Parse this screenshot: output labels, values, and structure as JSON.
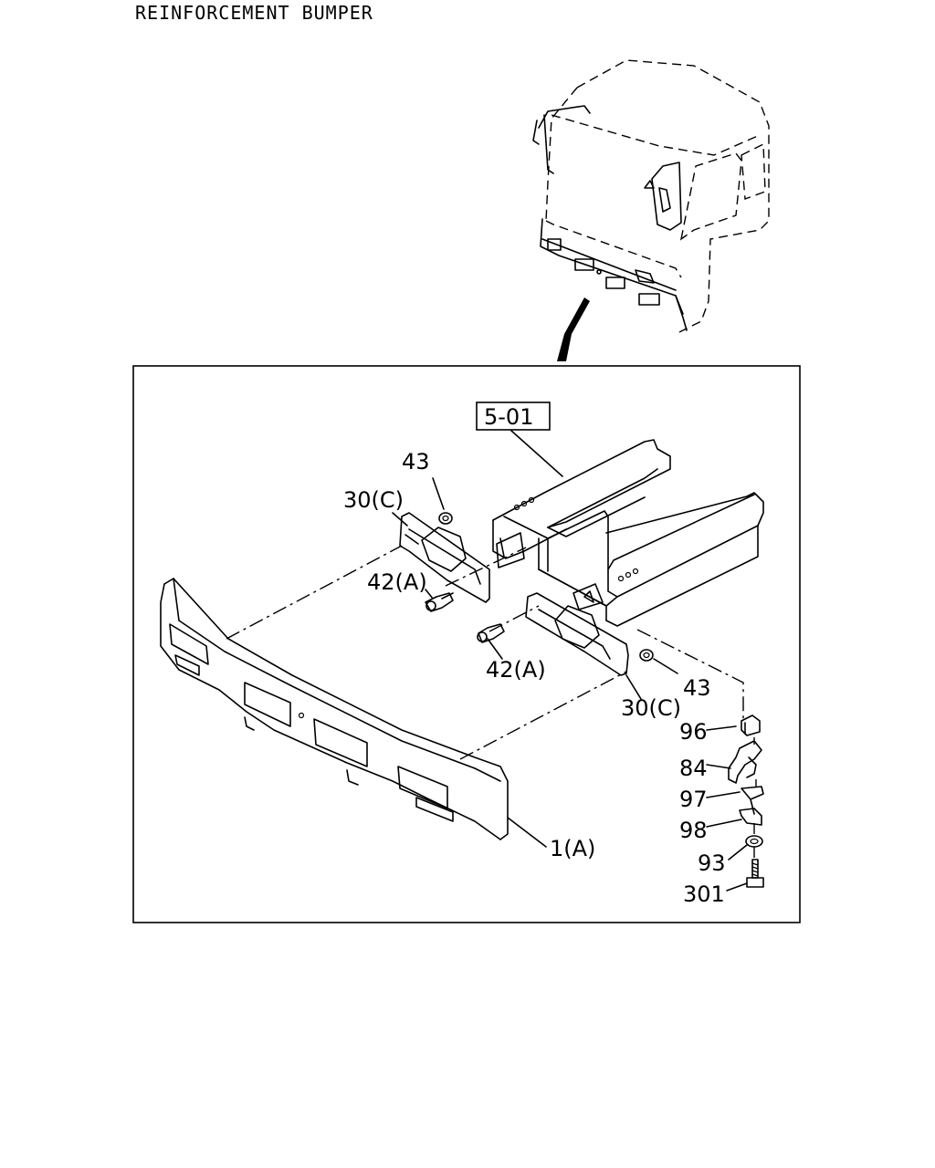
{
  "title": "REINFORCEMENT BUMPER",
  "callouts": {
    "ref_5_01": "5-01",
    "nut_43_upper": "43",
    "bracket_30c_upper": "30(C)",
    "bolt_42a_upper": "42(A)",
    "bolt_42a_lower": "42(A)",
    "nut_43_lower": "43",
    "bracket_30c_lower": "30(C)",
    "part_96": "96",
    "part_84": "84",
    "part_97": "97",
    "part_98": "98",
    "part_93": "93",
    "part_301": "301",
    "bumper_1a": "1(A)"
  }
}
